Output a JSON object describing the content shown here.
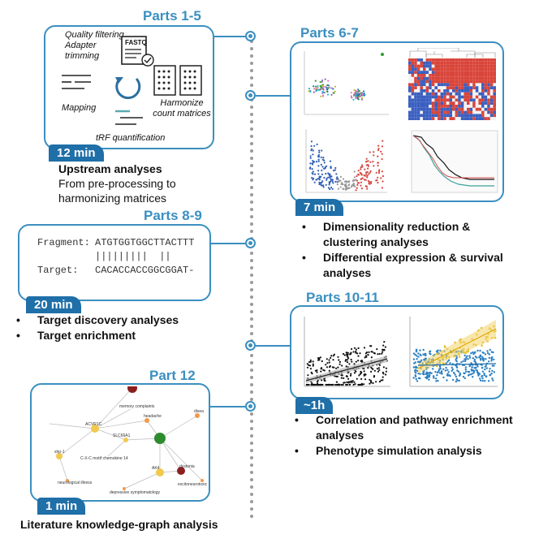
{
  "timeline": {
    "color": "#9a9a9a"
  },
  "colors": {
    "accent": "#3b8fc0",
    "badge": "#1f6fa8"
  },
  "part_1_5": {
    "title": "Parts 1-5",
    "labels": {
      "quality": "Quality filtering, Adapter trimming",
      "fastq": "FASTQ",
      "mapping": "Mapping",
      "harmonize": "Harmonize count matrices",
      "trf": "tRF quantification"
    },
    "time": "12 min",
    "heading": "Upstream analyses",
    "description": "From pre-processing to harmonizing matrices"
  },
  "part_6_7": {
    "title": "Parts 6-7",
    "time": "7 min",
    "bullets": [
      "Dimensionality reduction & clustering analyses",
      "Differential expression & survival analyses"
    ]
  },
  "part_8_9": {
    "title": "Parts 8-9",
    "fragment_label": "Fragment:",
    "fragment_seq": "ATGTGGTGGCTTACTTT",
    "match_line": "|||||||||  ||",
    "target_label": "Target:",
    "target_seq": "CACACCACCGGCGGAT-",
    "time": "20 min",
    "bullets": [
      "Target discovery analyses",
      "Target enrichment"
    ]
  },
  "part_10_11": {
    "title": "Parts 10-11",
    "time": "~1h",
    "bullets": [
      "Correlation and pathway enrichment analyses",
      "Phenotype simulation analysis"
    ]
  },
  "part_12": {
    "title": "Part 12",
    "time": "1 min",
    "heading": "Literature knowledge-graph analysis",
    "graph_labels": [
      "ACVR1C",
      "memory complaints",
      "headache",
      "disea",
      "shp-1",
      "SLC66A1",
      "C-X-C motif chemokine 14",
      "AK4",
      "dystonia",
      "neurological illness",
      "depressive symptomatology",
      "excitoneurotoxic"
    ]
  }
}
